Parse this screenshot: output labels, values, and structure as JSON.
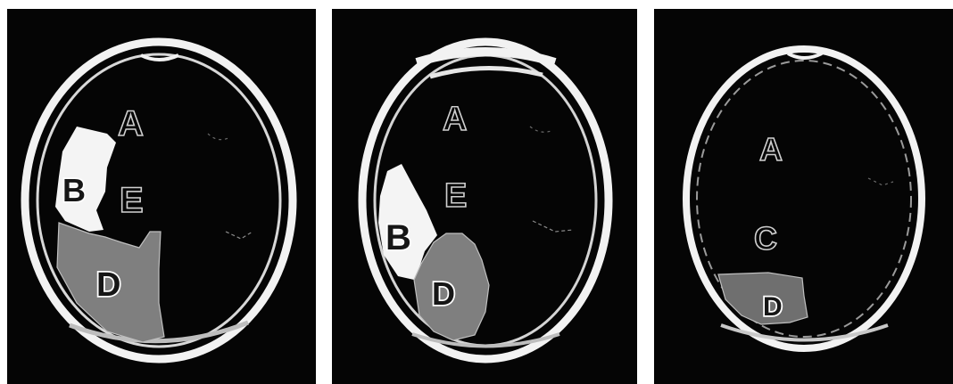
{
  "colors": {
    "background": "#050505",
    "skull": "#f2f2f2",
    "region_b": "#f4f4f4",
    "region_d": "#7f7f7f",
    "page": "#ffffff"
  },
  "panels": [
    {
      "labels": {
        "a": "A",
        "b": "B",
        "e": "E",
        "d": "D"
      }
    },
    {
      "labels": {
        "a": "A",
        "b": "B",
        "e": "E",
        "d": "D"
      }
    },
    {
      "labels": {
        "a": "A",
        "c": "C",
        "d": "D"
      }
    }
  ]
}
